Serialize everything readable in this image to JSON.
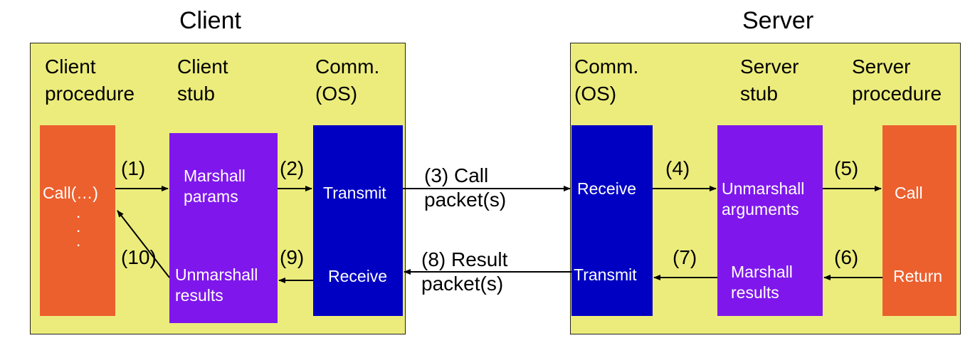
{
  "titles": {
    "client": "Client",
    "server": "Server"
  },
  "client_panel": {
    "headers": [
      "Client\nprocedure",
      "Client\nstub",
      "Comm.\n(OS)"
    ],
    "procedure": {
      "call": "Call(…)",
      "dots": [
        ".",
        ".",
        "."
      ]
    },
    "stub": {
      "top": "Marshall\nparams",
      "bottom": "Unmarshall\nresults"
    },
    "comm": {
      "top": "Transmit",
      "bottom": "Receive"
    }
  },
  "server_panel": {
    "headers": [
      "Comm.\n(OS)",
      "Server\nstub",
      "Server\nprocedure"
    ],
    "comm": {
      "top": "Receive",
      "bottom": "Transmit"
    },
    "stub": {
      "top": "Unmarshall\narguments",
      "bottom": "Marshall\nresults"
    },
    "procedure": {
      "top": "Call",
      "bottom": "Return"
    }
  },
  "steps": {
    "s1": "(1)",
    "s2": "(2)",
    "s3": "(3) Call\npacket(s)",
    "s4": "(4)",
    "s5": "(5)",
    "s6": "(6)",
    "s7": "(7)",
    "s8": "(8) Result\npacket(s)",
    "s9": "(9)",
    "s10": "(10)"
  },
  "colors": {
    "panel": "#ecec7c",
    "procedure": "#ec602e",
    "stub": "#7f17ec",
    "comm": "#0000c3"
  }
}
